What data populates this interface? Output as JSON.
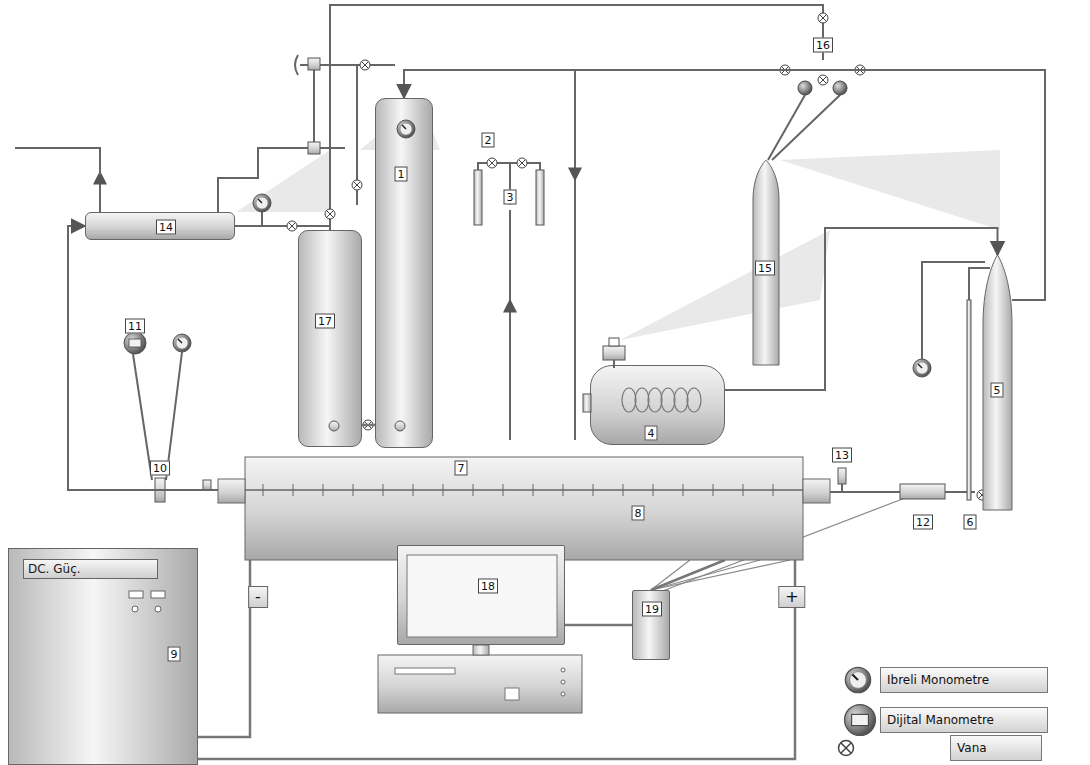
{
  "diagram": {
    "nodes": [
      {
        "text": [
          "1"
        ]
      },
      {
        "text": [
          "17"
        ]
      },
      {
        "text": [
          "14"
        ]
      },
      {
        "text": [
          "15"
        ]
      },
      {
        "text": [
          "4"
        ]
      },
      {
        "text": [
          "5"
        ]
      },
      {
        "text": [
          "7"
        ]
      },
      {
        "text": [
          "DC. Güç.",
          "9"
        ]
      },
      {
        "text": [
          "18"
        ]
      },
      {
        "text": [
          "19"
        ]
      }
    ],
    "edges": [
      {
        "from": 4,
        "to": 5,
        "arrow": "to"
      },
      {
        "from": 5,
        "to": 0,
        "arrow": "to"
      },
      {
        "from": 6,
        "to": 2,
        "arrow": "to"
      },
      {
        "from": 7,
        "to": 6,
        "arrow": "none",
        "label": "-"
      },
      {
        "from": 7,
        "to": 6,
        "arrow": "none",
        "label": "+"
      },
      {
        "from": 9,
        "to": 6,
        "arrow": "none"
      },
      {
        "from": 9,
        "to": 8,
        "arrow": "none"
      },
      {
        "from": 1,
        "to": 0,
        "arrow": "none"
      }
    ],
    "labels": [
      "2",
      "3",
      "16",
      "11",
      "10",
      "8",
      "13",
      "12",
      "6"
    ],
    "legend": [
      {
        "text": "Ibreli Monometre"
      },
      {
        "text": "Dijital Manometre"
      },
      {
        "text": "Vana"
      }
    ]
  }
}
